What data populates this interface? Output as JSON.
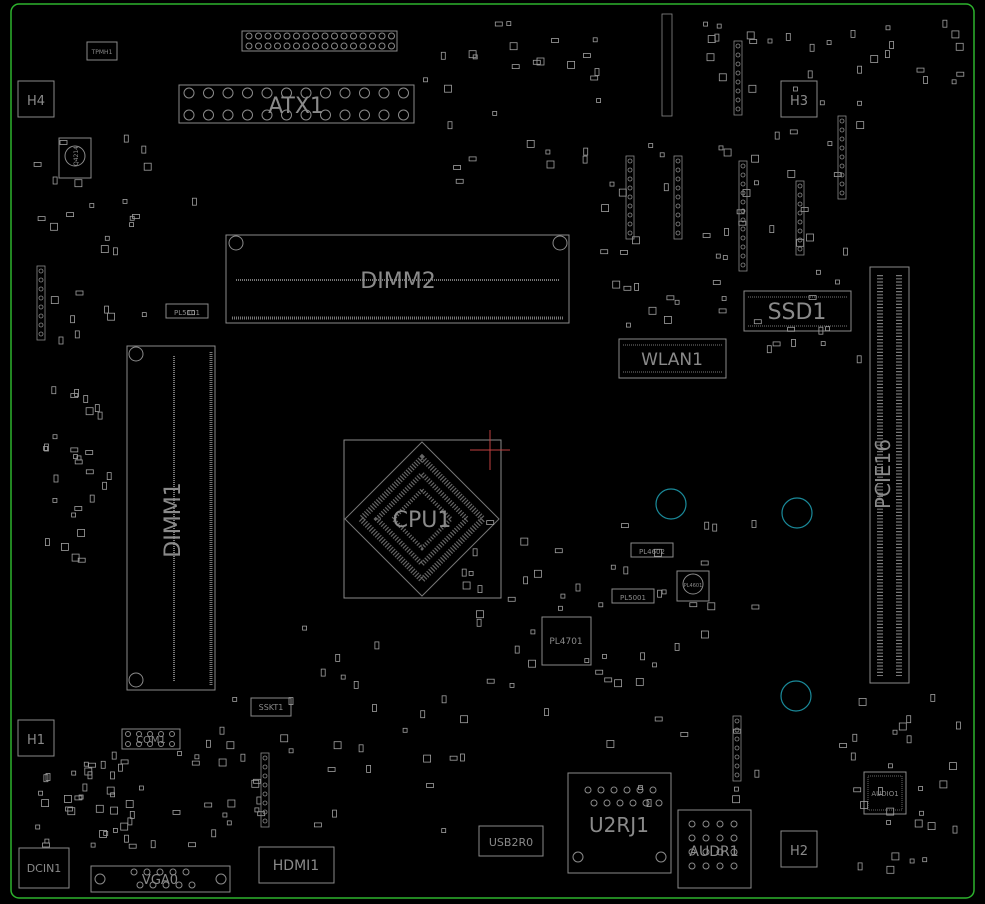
{
  "board": {
    "outline_color": "#2db32d",
    "silk_color": "#8a8a8a",
    "pad_color": "#b0b0b0",
    "marker_color": "#c04040",
    "hole_color": "#1a8a9a"
  },
  "labels": {
    "atx": "ATX1",
    "dimm2": "DIMM2",
    "dimm1": "DIMM1",
    "cpu": "CPU1",
    "ssd": "SSD1",
    "wlan": "WLAN1",
    "pcie": "PCIE16",
    "hdmi": "HDMI1",
    "u2rj": "U2RJ1",
    "audr": "AUDR1",
    "usb": "USB2R0",
    "dcin": "DCIN1",
    "vga": "VGA0",
    "h1": "H1",
    "h2": "H2",
    "h3": "H3",
    "h4": "H4",
    "audio": "AUDIO1",
    "sskt": "SSKT1",
    "com": "COM1",
    "pl4701": "PL4701",
    "pl4602": "PL4602",
    "pl4601": "PL4601",
    "pl5001": "PL5001",
    "pl5101": "PL5101",
    "q4214": "Q4214",
    "tpm": "TPMH1"
  }
}
